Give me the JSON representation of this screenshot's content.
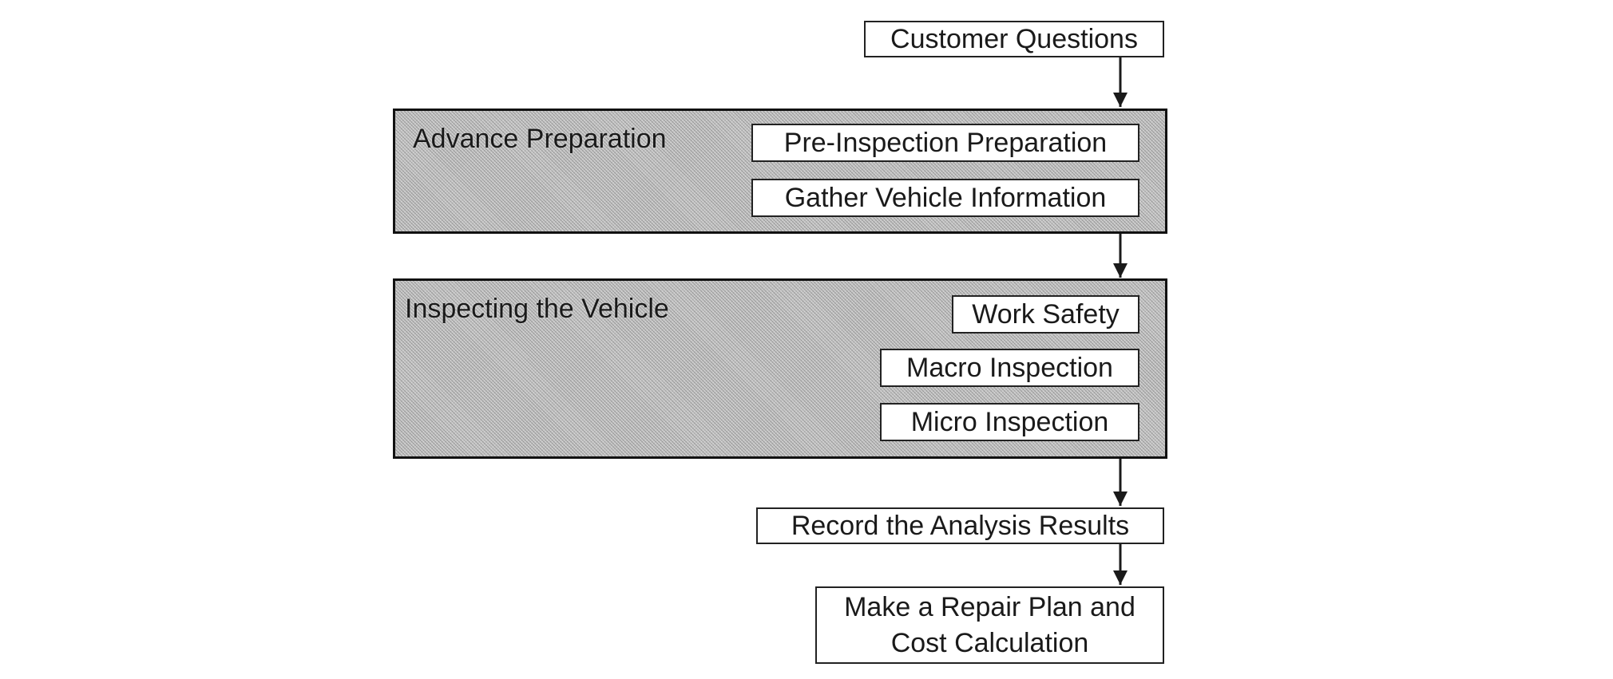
{
  "nodes": {
    "customer_questions": "Customer Questions",
    "record_results": "Record the Analysis Results",
    "repair_plan_line1": "Make a Repair Plan and",
    "repair_plan_line2": "Cost Calculation"
  },
  "groups": {
    "advance_preparation": {
      "title": "Advance Preparation",
      "steps": [
        "Pre-Inspection Preparation",
        "Gather Vehicle Information"
      ]
    },
    "inspecting_vehicle": {
      "title": "Inspecting the Vehicle",
      "steps": [
        "Work Safety",
        "Macro Inspection",
        "Micro Inspection"
      ]
    }
  }
}
